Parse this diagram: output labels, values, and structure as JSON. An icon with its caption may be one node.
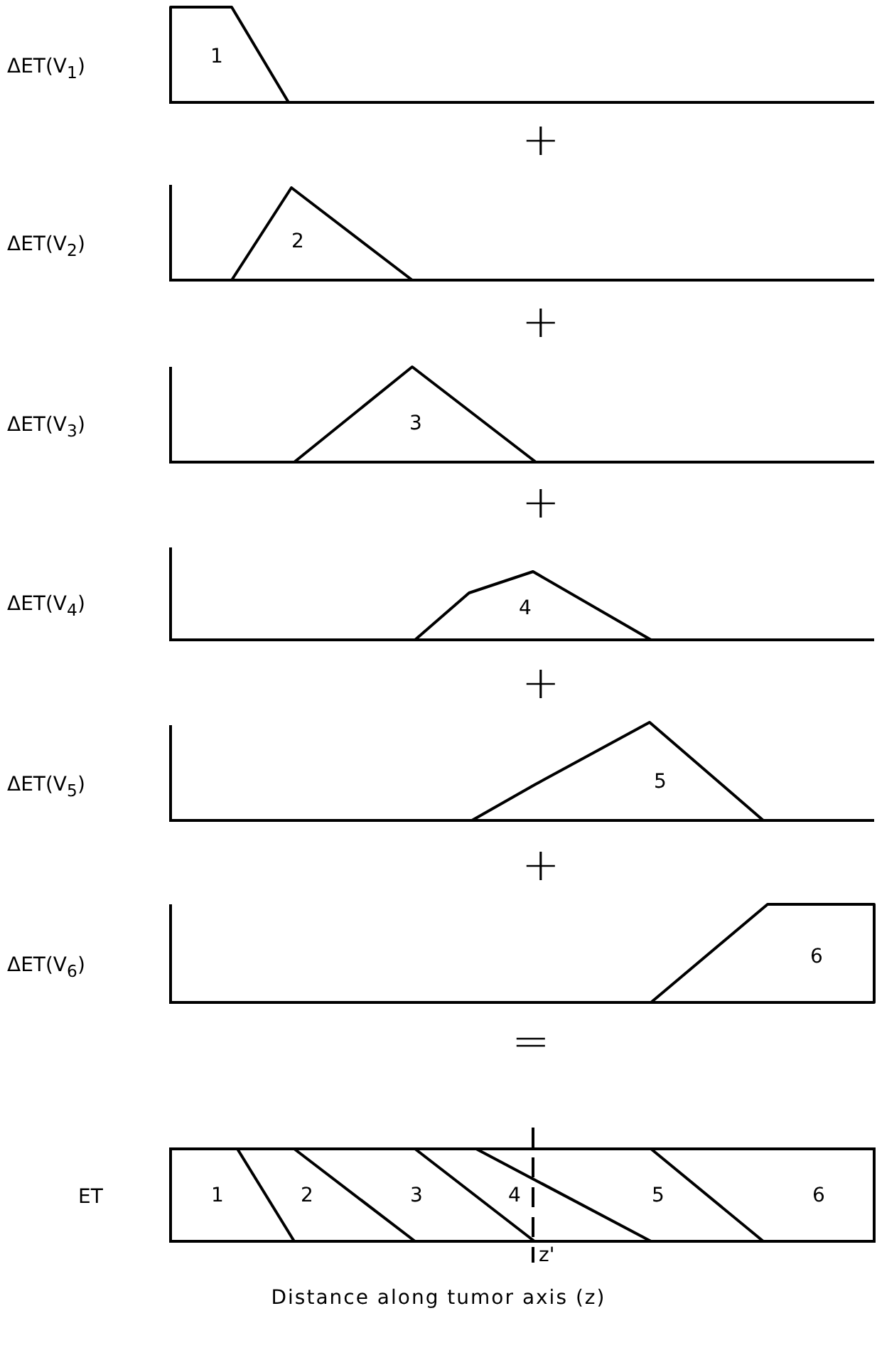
{
  "diagram": {
    "caption": "Distance along tumor axis (z)",
    "nodes": [
      {
        "text": [
          "1"
        ]
      },
      {
        "text": [
          "2"
        ]
      },
      {
        "text": [
          "3"
        ]
      },
      {
        "text": [
          "4"
        ]
      },
      {
        "text": [
          "5"
        ]
      },
      {
        "text": [
          "6"
        ]
      },
      {
        "text": [
          "ET"
        ]
      },
      {
        "text": [
          "1"
        ],
        "in": 6
      },
      {
        "text": [
          "2"
        ],
        "in": 6
      },
      {
        "text": [
          "3"
        ],
        "in": 6
      },
      {
        "text": [
          "4"
        ],
        "in": 6
      },
      {
        "text": [
          "5"
        ],
        "in": 6
      },
      {
        "text": [
          "6"
        ],
        "in": 6
      }
    ],
    "edges": [],
    "labels": [
      "ΔET(V$_{1}$)",
      "+",
      "ΔET(V$_{2}$)",
      "+",
      "ΔET(V$_{3}$)",
      "+",
      "ΔET(V$_{4}$)",
      "+",
      "ΔET(V$_{5}$)",
      "+",
      "ΔET(V$_{6}$)",
      "=",
      "z'"
    ]
  }
}
